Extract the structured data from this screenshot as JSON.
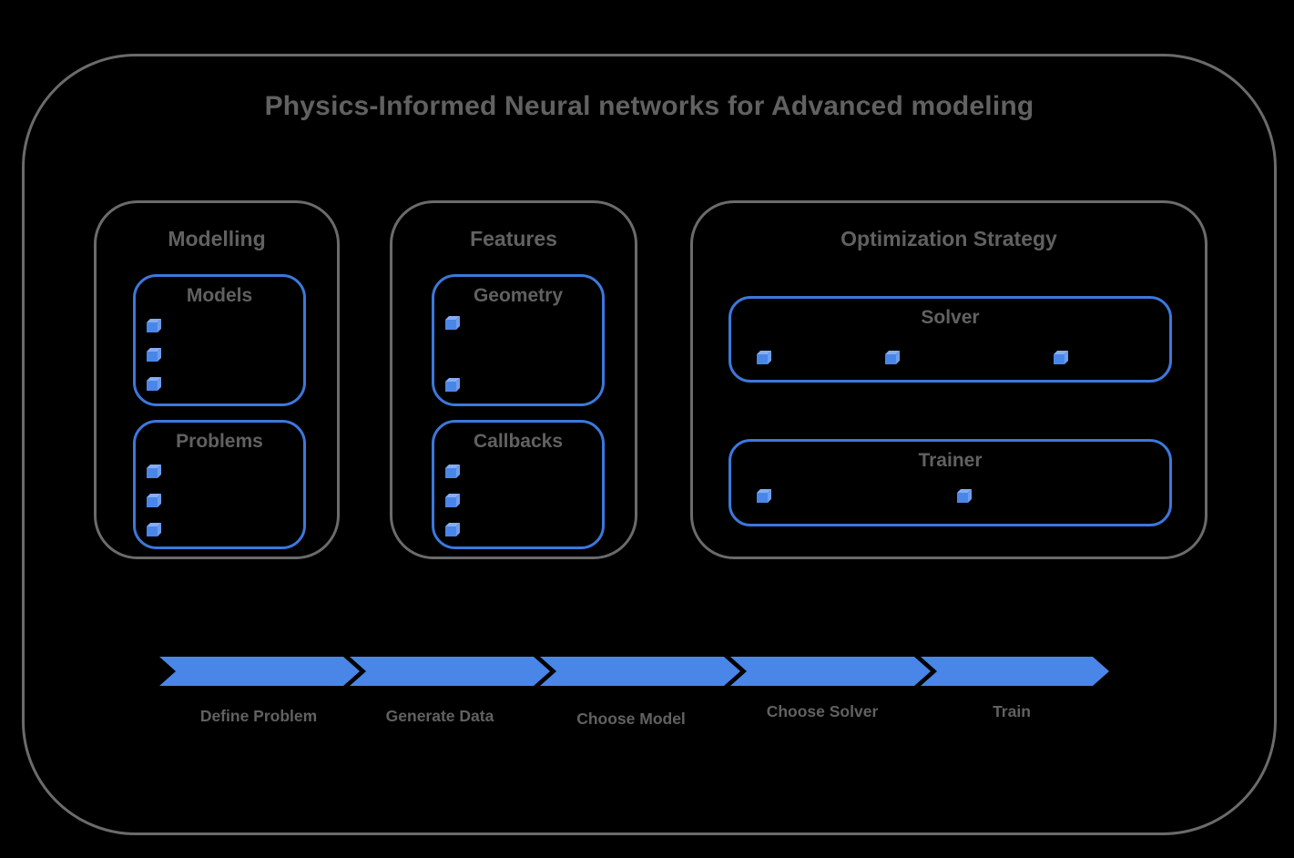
{
  "title": "Physics-Informed Neural networks for Advanced modeling",
  "colors": {
    "background": "#000000",
    "frame_border": "#6b6b6b",
    "box_border_blue": "#3c78dc",
    "arrow_blue": "#4a86e8",
    "text_gray": "#616161",
    "cube_front": "#4a86e8",
    "cube_top": "#85aef2",
    "cube_side": "#6d9eeb"
  },
  "icons": {
    "cube": "cube-icon"
  },
  "groups": {
    "modelling": {
      "label": "Modelling",
      "sections": {
        "models": {
          "label": "Models",
          "cube_count": 3
        },
        "problems": {
          "label": "Problems",
          "cube_count": 3
        }
      }
    },
    "features": {
      "label": "Features",
      "sections": {
        "geometry": {
          "label": "Geometry",
          "cube_count": 2
        },
        "callbacks": {
          "label": "Callbacks",
          "cube_count": 3
        }
      }
    },
    "optimization": {
      "label": "Optimization Strategy",
      "sections": {
        "solver": {
          "label": "Solver",
          "cube_count": 3
        },
        "trainer": {
          "label": "Trainer",
          "cube_count": 2
        }
      }
    }
  },
  "pipeline": {
    "steps": [
      {
        "label": "Define Problem"
      },
      {
        "label": "Generate Data"
      },
      {
        "label": "Choose Model"
      },
      {
        "label": "Choose Solver"
      },
      {
        "label": "Train"
      }
    ]
  }
}
